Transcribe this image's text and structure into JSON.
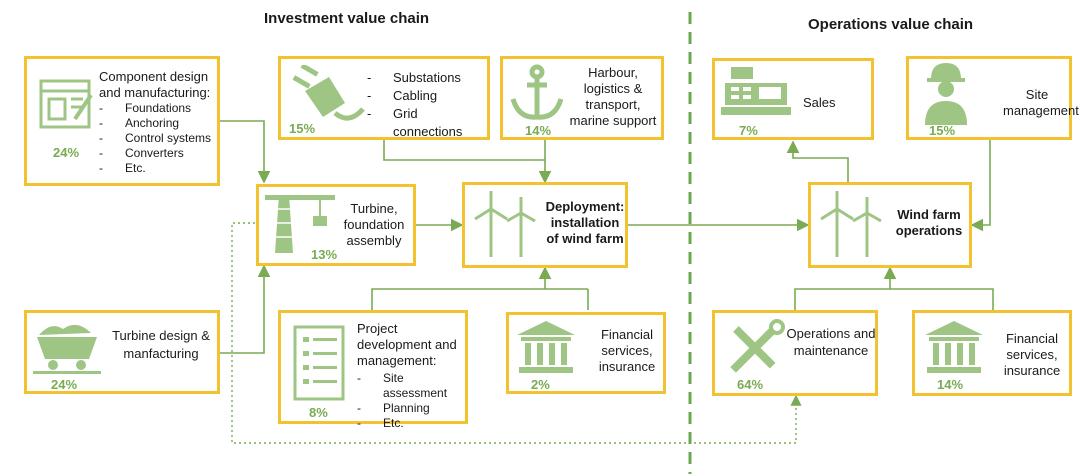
{
  "headings": {
    "investment": "Investment value chain",
    "operations": "Operations value chain"
  },
  "colors": {
    "border": "#f2c230",
    "icon": "#9fc585",
    "line": "#7aab52",
    "divider": "#6aa84f"
  },
  "nodes": {
    "component": {
      "title": "Component design and manufacturing:",
      "items": [
        "Foundations",
        "Anchoring",
        "Control systems",
        "Converters",
        "Etc."
      ],
      "pct": "24%",
      "icon": "blueprint-icon"
    },
    "grid": {
      "items": [
        "Substations",
        "Cabling",
        "Grid connections"
      ],
      "pct": "15%",
      "icon": "plug-icon"
    },
    "harbour": {
      "label": "Harbour, logistics & transport, marine support",
      "pct": "14%",
      "icon": "anchor-icon"
    },
    "turbine_assembly": {
      "label": "Turbine, foundation assembly",
      "pct": "13%",
      "icon": "crane-icon"
    },
    "deployment": {
      "label": "Deployment: installation of wind farm",
      "icon": "wind-turbine-icon"
    },
    "turbine_design": {
      "label": "Turbine design & manfacturing",
      "pct": "24%",
      "icon": "mine-cart-icon"
    },
    "project": {
      "title": "Project development and management:",
      "items": [
        "Site assessment",
        "Planning",
        "Etc."
      ],
      "pct": "8%",
      "icon": "checklist-icon"
    },
    "financial_inv": {
      "label": "Financial services, insurance",
      "pct": "2%",
      "icon": "bank-icon"
    },
    "sales": {
      "label": "Sales",
      "pct": "7%",
      "icon": "cash-register-icon"
    },
    "site_mgmt": {
      "label": "Site management",
      "pct": "15%",
      "icon": "worker-icon"
    },
    "wind_ops": {
      "label": "Wind farm operations",
      "icon": "wind-turbine-icon"
    },
    "om": {
      "label": "Operations and maintenance",
      "pct": "64%",
      "icon": "tools-icon"
    },
    "financial_ops": {
      "label": "Financial services, insurance",
      "pct": "14%",
      "icon": "bank-icon"
    }
  }
}
